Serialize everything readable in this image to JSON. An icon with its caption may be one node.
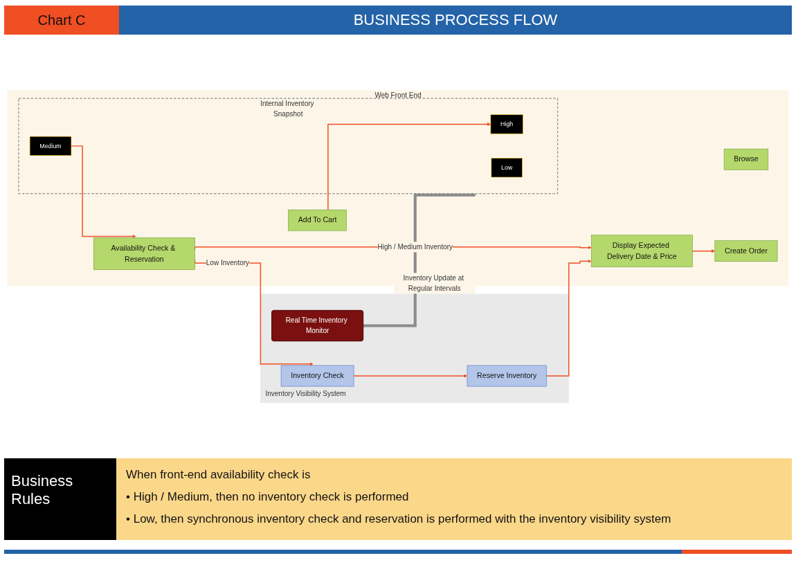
{
  "diagram": {
    "title": "BUSINESS PROCESS FLOW",
    "nodes": [
      {
        "text": [
          "Web Front End"
        ]
      },
      {
        "text": [
          "Browse"
        ],
        "in": 0
      },
      {
        "text": [
          "Add To Cart"
        ],
        "in": 0
      },
      {
        "text": [
          "Availability Check & Reservation"
        ],
        "in": 0
      },
      {
        "text": [
          "Display Expected Delivery Date & Price"
        ],
        "in": 0
      },
      {
        "text": [
          "Create Order"
        ],
        "in": 0
      },
      {
        "text": [
          "Internal Inventory Snapshot"
        ],
        "in": 0
      },
      {
        "text": [
          "High"
        ],
        "in": 6
      },
      {
        "text": [
          "Medium"
        ],
        "in": 6
      },
      {
        "text": [
          "Low"
        ],
        "in": 6
      },
      {
        "text": [
          "Inventory Visibility System"
        ]
      },
      {
        "text": [
          "Real Time Inventory Monitor"
        ],
        "in": 10
      },
      {
        "text": [
          "Inventory Check"
        ],
        "in": 10
      },
      {
        "text": [
          "Reserve Inventory"
        ],
        "in": 10
      }
    ],
    "edges": [
      {
        "from": 2,
        "to": 7,
        "arrow": "to"
      },
      {
        "from": 8,
        "to": 3,
        "arrow": "to"
      },
      {
        "from": 3,
        "to": 4,
        "arrow": "to",
        "label": "High / Medium Inventory"
      },
      {
        "from": 3,
        "to": 12,
        "arrow": "to",
        "label": "Low Inventory"
      },
      {
        "from": 12,
        "to": 13,
        "arrow": "to"
      },
      {
        "from": 13,
        "to": 4,
        "arrow": "to"
      },
      {
        "from": 4,
        "to": 5,
        "arrow": "to"
      },
      {
        "from": 11,
        "to": 6,
        "arrow": "to",
        "label": "Inventory Update at Regular Intervals",
        "style": "thick",
        "color": "#8c8c8c"
      }
    ],
    "labels": [
      "Chart C",
      "Business Rules",
      "When front-end availability check is",
      "• High / Medium, then no inventory check is performed",
      "• Low, then synchronous inventory check and reservation is performed with the inventory visibility system"
    ]
  }
}
